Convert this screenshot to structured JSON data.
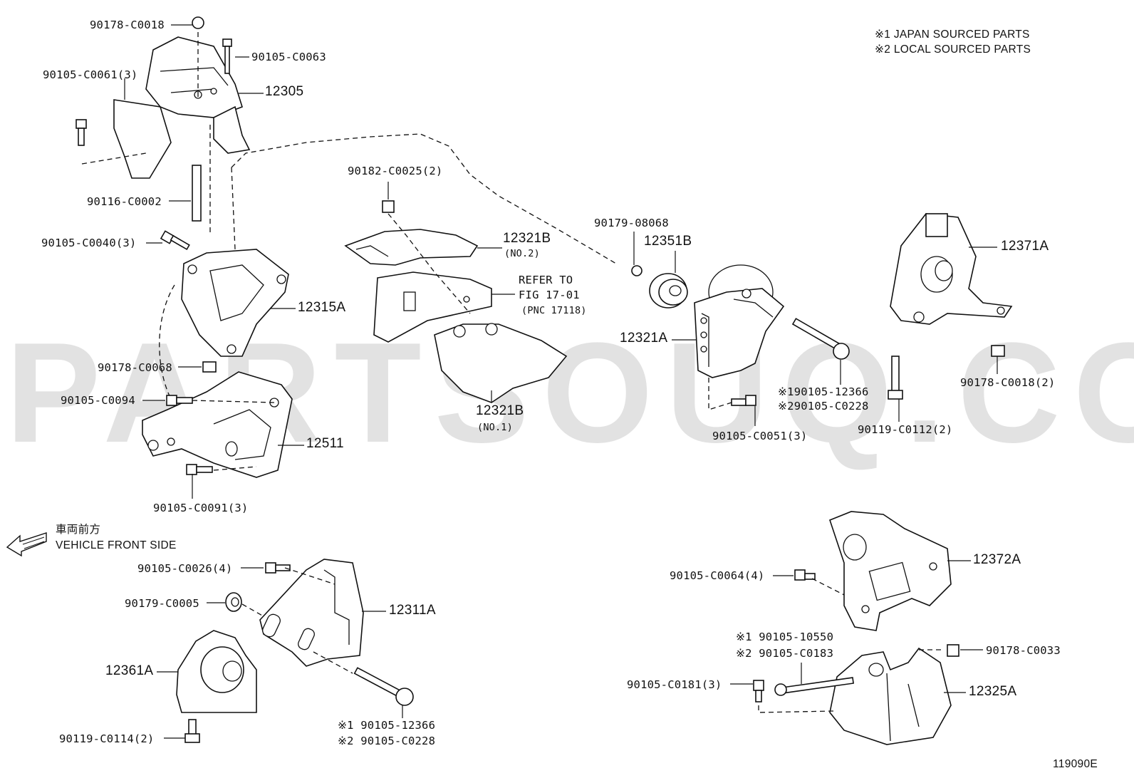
{
  "notes": {
    "line1": "※1 JAPAN SOURCED PARTS",
    "line2": "※2 LOCAL SOURCED PARTS"
  },
  "watermark": "PARTSOUQ.COM",
  "direction": {
    "jp": "車両前方",
    "en": "VEHICLE FRONT SIDE"
  },
  "figure_id": "119090E",
  "refer": {
    "line1": "REFER TO",
    "line2": "FIG 17-01",
    "line3": "(PNC 17118)"
  },
  "labels": {
    "p90178_c0018_top": "90178-C0018",
    "p90105_c0063": "90105-C0063",
    "p90105_c0061": "90105-C0061(3)",
    "p12305": "12305",
    "p90116_c0002": "90116-C0002",
    "p90105_c0040": "90105-C0040(3)",
    "p12315a": "12315A",
    "p90178_c0068": "90178-C0068",
    "p90105_c0094": "90105-C0094",
    "p12511": "12511",
    "p90105_c0091": "90105-C0091(3)",
    "p90182_c0025": "90182-C0025(2)",
    "p12321b_no2": "12321B",
    "p12321b_no2_sub": "(NO.2)",
    "p12321b_no1": "12321B",
    "p12321b_no1_sub": "(NO.1)",
    "p90179_08068": "90179-08068",
    "p12351b": "12351B",
    "p12321a": "12321A",
    "p90105_12366_a": "※190105-12366",
    "p90105_c0228_a": "※290105-C0228",
    "p90105_c0051": "90105-C0051(3)",
    "p90119_c0112": "90119-C0112(2)",
    "p12371a": "12371A",
    "p90178_c0018_2": "90178-C0018(2)",
    "p90105_c0026": "90105-C0026(4)",
    "p90179_c0005": "90179-C0005",
    "p12311a": "12311A",
    "p12361a": "12361A",
    "p90119_c0114": "90119-C0114(2)",
    "p90105_12366_b": "※1 90105-12366",
    "p90105_c0228_b": "※2 90105-C0228",
    "p90105_c0064": "90105-C0064(4)",
    "p12372a": "12372A",
    "p90105_10550": "※1 90105-10550",
    "p90105_c0183": "※2 90105-C0183",
    "p90178_c0033": "90178-C0033",
    "p90105_c0181": "90105-C0181(3)",
    "p12325a": "12325A"
  }
}
